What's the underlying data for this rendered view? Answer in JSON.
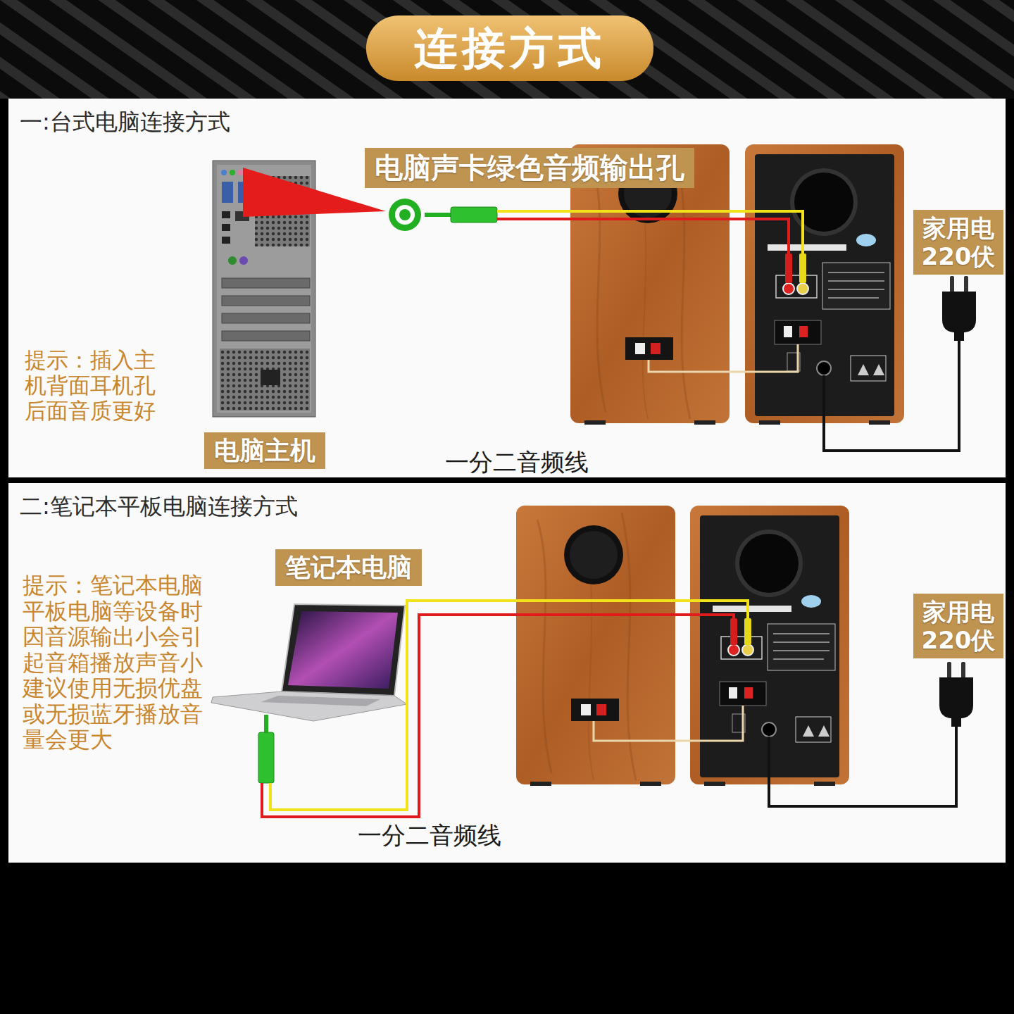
{
  "diagram": {
    "title": "连接方式",
    "nodes": [
      {
        "text": [
          "一:台式电脑连接方式"
        ]
      },
      {
        "text": [
          "电脑声卡绿色音频输出孔"
        ],
        "in": 0
      },
      {
        "text": [
          "家用电 220伏"
        ],
        "in": 0
      },
      {
        "text": [
          "电脑主机"
        ],
        "in": 0
      },
      {
        "text": [
          "二:笔记本平板电脑连接方式"
        ]
      },
      {
        "text": [
          "笔记本电脑"
        ],
        "in": 4
      },
      {
        "text": [
          "家用电 220伏"
        ],
        "in": 4
      }
    ],
    "labels": [
      "提示：插入主机背面耳机孔后面音质更好",
      "一分二音频线",
      "提示：笔记本电脑平板电脑等设备时因音源输出小会引起音箱播放声音小建议使用无损优盘或无损蓝牙播放音量会更大",
      "一分二音频线"
    ]
  }
}
